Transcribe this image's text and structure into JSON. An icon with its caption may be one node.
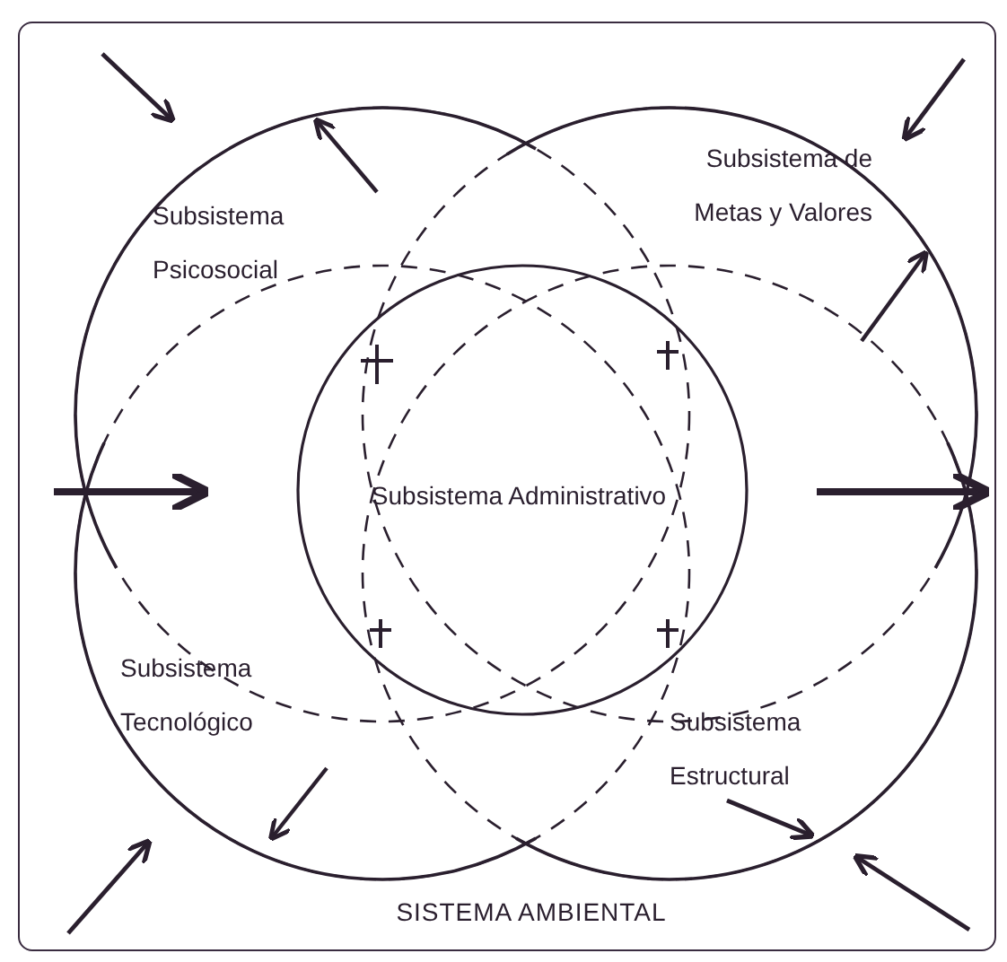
{
  "diagram": {
    "nodes": [
      {
        "text": [
          "SISTEMA AMBIENTAL"
        ]
      },
      {
        "text": [
          "Subsistema Psicosocial"
        ],
        "in": 0
      },
      {
        "text": [
          "Subsistema de Metas y Valores"
        ],
        "in": 0
      },
      {
        "text": [
          "Subsistema Administrativo"
        ],
        "in": 0
      },
      {
        "text": [
          "Subsistema Tecnológico"
        ],
        "in": 0
      },
      {
        "text": [
          "Subsistema Estructural"
        ],
        "in": 0
      }
    ]
  }
}
